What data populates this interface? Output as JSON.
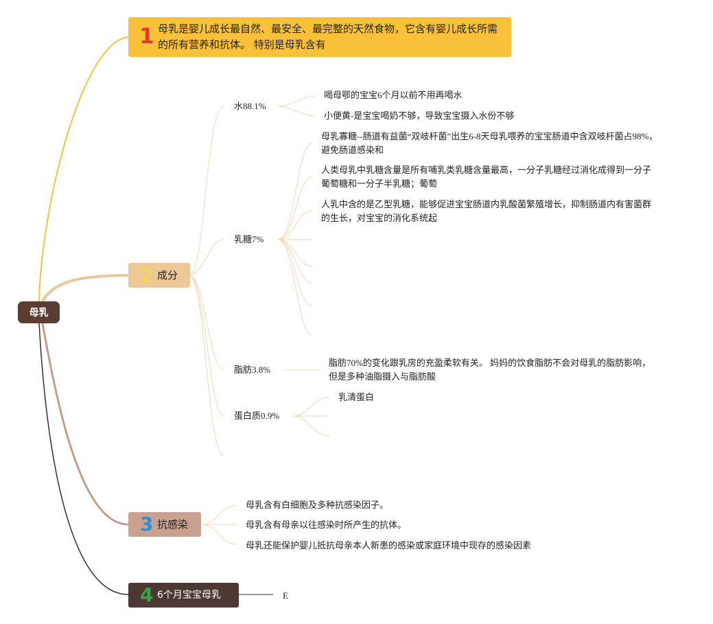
{
  "root": {
    "label": "母乳"
  },
  "branch1": {
    "number": "1",
    "text": "母乳是婴儿成长最自然、最安全、最完整的天然食物，它含有婴儿成长所需的所有营养和抗体。 特别是母乳含有",
    "number_color": "#e23a25",
    "fill": "#f9c03a"
  },
  "branch2": {
    "number": "2",
    "label": "成分",
    "number_color": "#f6d55a",
    "fill": "#ecc896",
    "children": [
      {
        "label": "水88.1%",
        "items": [
          "喝母鄂的宝宝6个月以前不用再喝水",
          "小便黄-是宝宝喝奶不够，导致宝宝摄入水份不够"
        ]
      },
      {
        "label": "乳糖7%",
        "items": [
          "母乳寡糖--肠道有益菌“双岐杆菌”出生6-8天母乳喂养的宝宝肠道中含双岐杆菌占98%，避免肠道感染和",
          "人类母乳中乳糖含量是所有哺乳类乳糖含量最高，一分子乳糖经过消化成得到一分子葡萄糖和一分子半乳糖；葡萄",
          "人乳中含的是乙型乳糖，能够促进宝宝肠道内乳酸菌繁殖增长，抑制肠道内有害菌群的生长，对宝宝的消化系统起"
        ]
      },
      {
        "label": "脂肪3.8%",
        "items": [
          "脂肪70%的变化跟乳房的充盈柔软有关。 妈妈的饮食脂肪不会对母乳的脂肪影响，但是多种油脂摄入与脂肪酸"
        ]
      },
      {
        "label": "蛋白质0.9%",
        "items": [
          "乳清蛋白"
        ]
      }
    ]
  },
  "branch3": {
    "number": "3",
    "label": "抗感染",
    "number_color": "#2f8fd6",
    "fill": "#c9a190",
    "items": [
      "母乳含有白细胞及多种抗感染因子。",
      "母乳含有母亲以往感染时所产生的抗体。",
      "母乳还能保护婴儿抵抗母亲本人新患的感染或家庭环境中现存的感染因素"
    ]
  },
  "branch4": {
    "number": "4",
    "label": "6个月宝宝母乳",
    "number_color": "#3aa34a",
    "fill": "#4e3833",
    "child": "E"
  },
  "colors": {
    "line1": "#f0c33c",
    "line2": "#e8c89a",
    "line3": "#c39d8c",
    "line4": "#3c2a28",
    "thin": "#f0d6b4"
  }
}
